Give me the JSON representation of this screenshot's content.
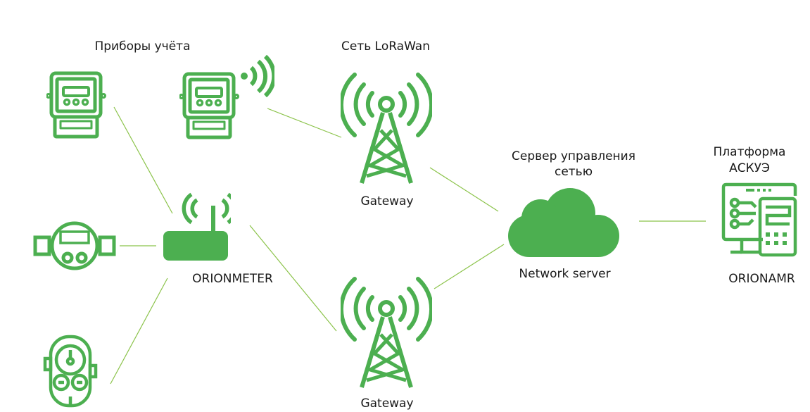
{
  "colors": {
    "icon_green": "#4caf50",
    "link_line": "#8bc34a",
    "text": "#1a1a1a"
  },
  "sections": {
    "meters_title": "Приборы учёта",
    "network_title": "Сеть LoRaWan",
    "server_title_line1": "Сервер управления",
    "server_title_line2": "сетью",
    "platform_title_line1": "Платформа",
    "platform_title_line2": "АСКУЭ"
  },
  "nodes": {
    "hub_label": "ORIONMETER",
    "gateway_top_label": "Gateway",
    "gateway_bottom_label": "Gateway",
    "server_label": "Network server",
    "platform_label": "ORIONAMR"
  },
  "icons": {
    "meter_1": "electric-meter-icon",
    "meter_wireless": "wireless-electric-meter-icon",
    "water_meter": "water-meter-icon",
    "gas_meter": "gas-meter-icon",
    "hub": "wireless-router-icon",
    "gateway": "radio-tower-icon",
    "server": "cloud-icon",
    "platform": "dashboard-monitor-icon"
  }
}
